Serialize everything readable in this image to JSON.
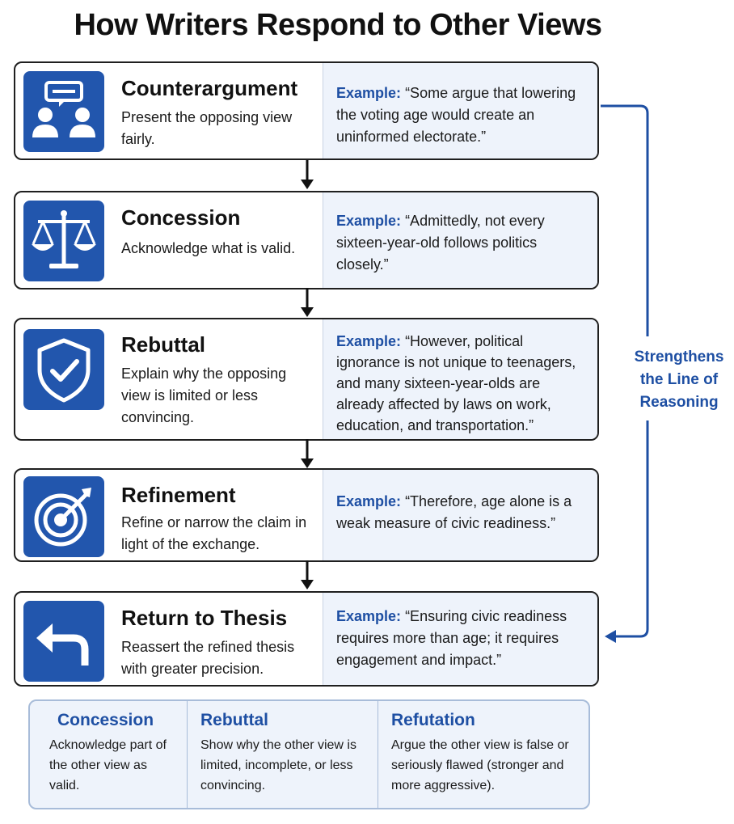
{
  "title": "How Writers Respond to Other Views",
  "side_label": "Strengthens the Line of Reasoning",
  "accent_color": "#2256ad",
  "steps": [
    {
      "icon": "people-discussion-icon",
      "title": "Counterargument",
      "description": "Present the opposing view fairly.",
      "example_label": "Example:",
      "example_text": "“Some argue that lowering the voting age would create an uninformed electorate.”"
    },
    {
      "icon": "scales-icon",
      "title": "Concession",
      "description": "Acknowledge what is valid.",
      "example_label": "Example:",
      "example_text": "“Admittedly, not every sixteen-year-old follows politics closely.”"
    },
    {
      "icon": "shield-check-icon",
      "title": "Rebuttal",
      "description": "Explain why the opposing view is limited or less convincing.",
      "example_label": "Example:",
      "example_text": "“However, political ignorance is not unique to teenagers, and many sixteen-year-olds are already affected by laws on work, education, and transportation.”"
    },
    {
      "icon": "target-arrow-icon",
      "title": "Refinement",
      "description": "Refine or narrow the claim in light of the exchange.",
      "example_label": "Example:",
      "example_text": "“Therefore, age alone is a weak measure of civic readiness.”"
    },
    {
      "icon": "return-arrow-icon",
      "title": "Return to Thesis",
      "description": "Reassert the refined thesis with greater precision.",
      "example_label": "Example:",
      "example_text": "“Ensuring civic readiness requires more than age; it requires engagement and impact.”"
    }
  ],
  "definitions": [
    {
      "term": "Concession",
      "text": "Acknowledge part of the other view as valid."
    },
    {
      "term": "Rebuttal",
      "text": "Show why the other view is limited, incomplete, or less convincing."
    },
    {
      "term": "Refutation",
      "text": "Argue the other view is false or seriously flawed (stronger and more aggressive)."
    }
  ]
}
